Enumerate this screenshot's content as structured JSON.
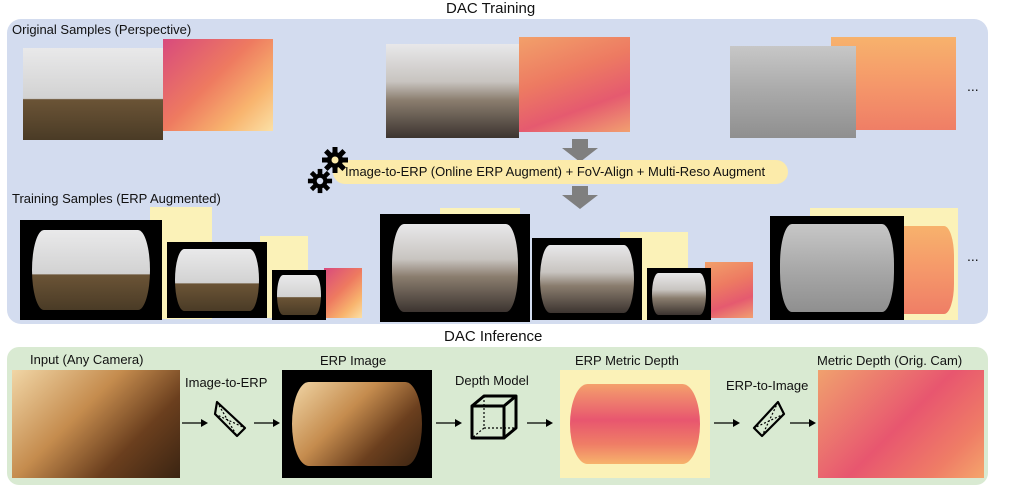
{
  "training": {
    "title": "DAC Training",
    "original_label": "Original Samples (Perspective)",
    "training_label": "Training Samples (ERP Augmented)",
    "banner": "Image-to-ERP (Online ERP Augment) + FoV-Align + Multi-Reso Augment",
    "ellipsis_top": "...",
    "ellipsis_bottom": "..."
  },
  "inference": {
    "title": "DAC Inference",
    "input_label": "Input (Any Camera)",
    "erp_image_label": "ERP Image",
    "erp_depth_label": "ERP Metric Depth",
    "output_label": "Metric Depth (Orig. Cam)",
    "image_to_erp": "Image-to-ERP",
    "depth_model": "Depth Model",
    "erp_to_image": "ERP-to-Image"
  },
  "colors": {
    "train_panel": "#d3dcef",
    "inference_panel": "#d9ead2",
    "banner": "#fcebaa",
    "arrow": "#7f7f7f"
  }
}
